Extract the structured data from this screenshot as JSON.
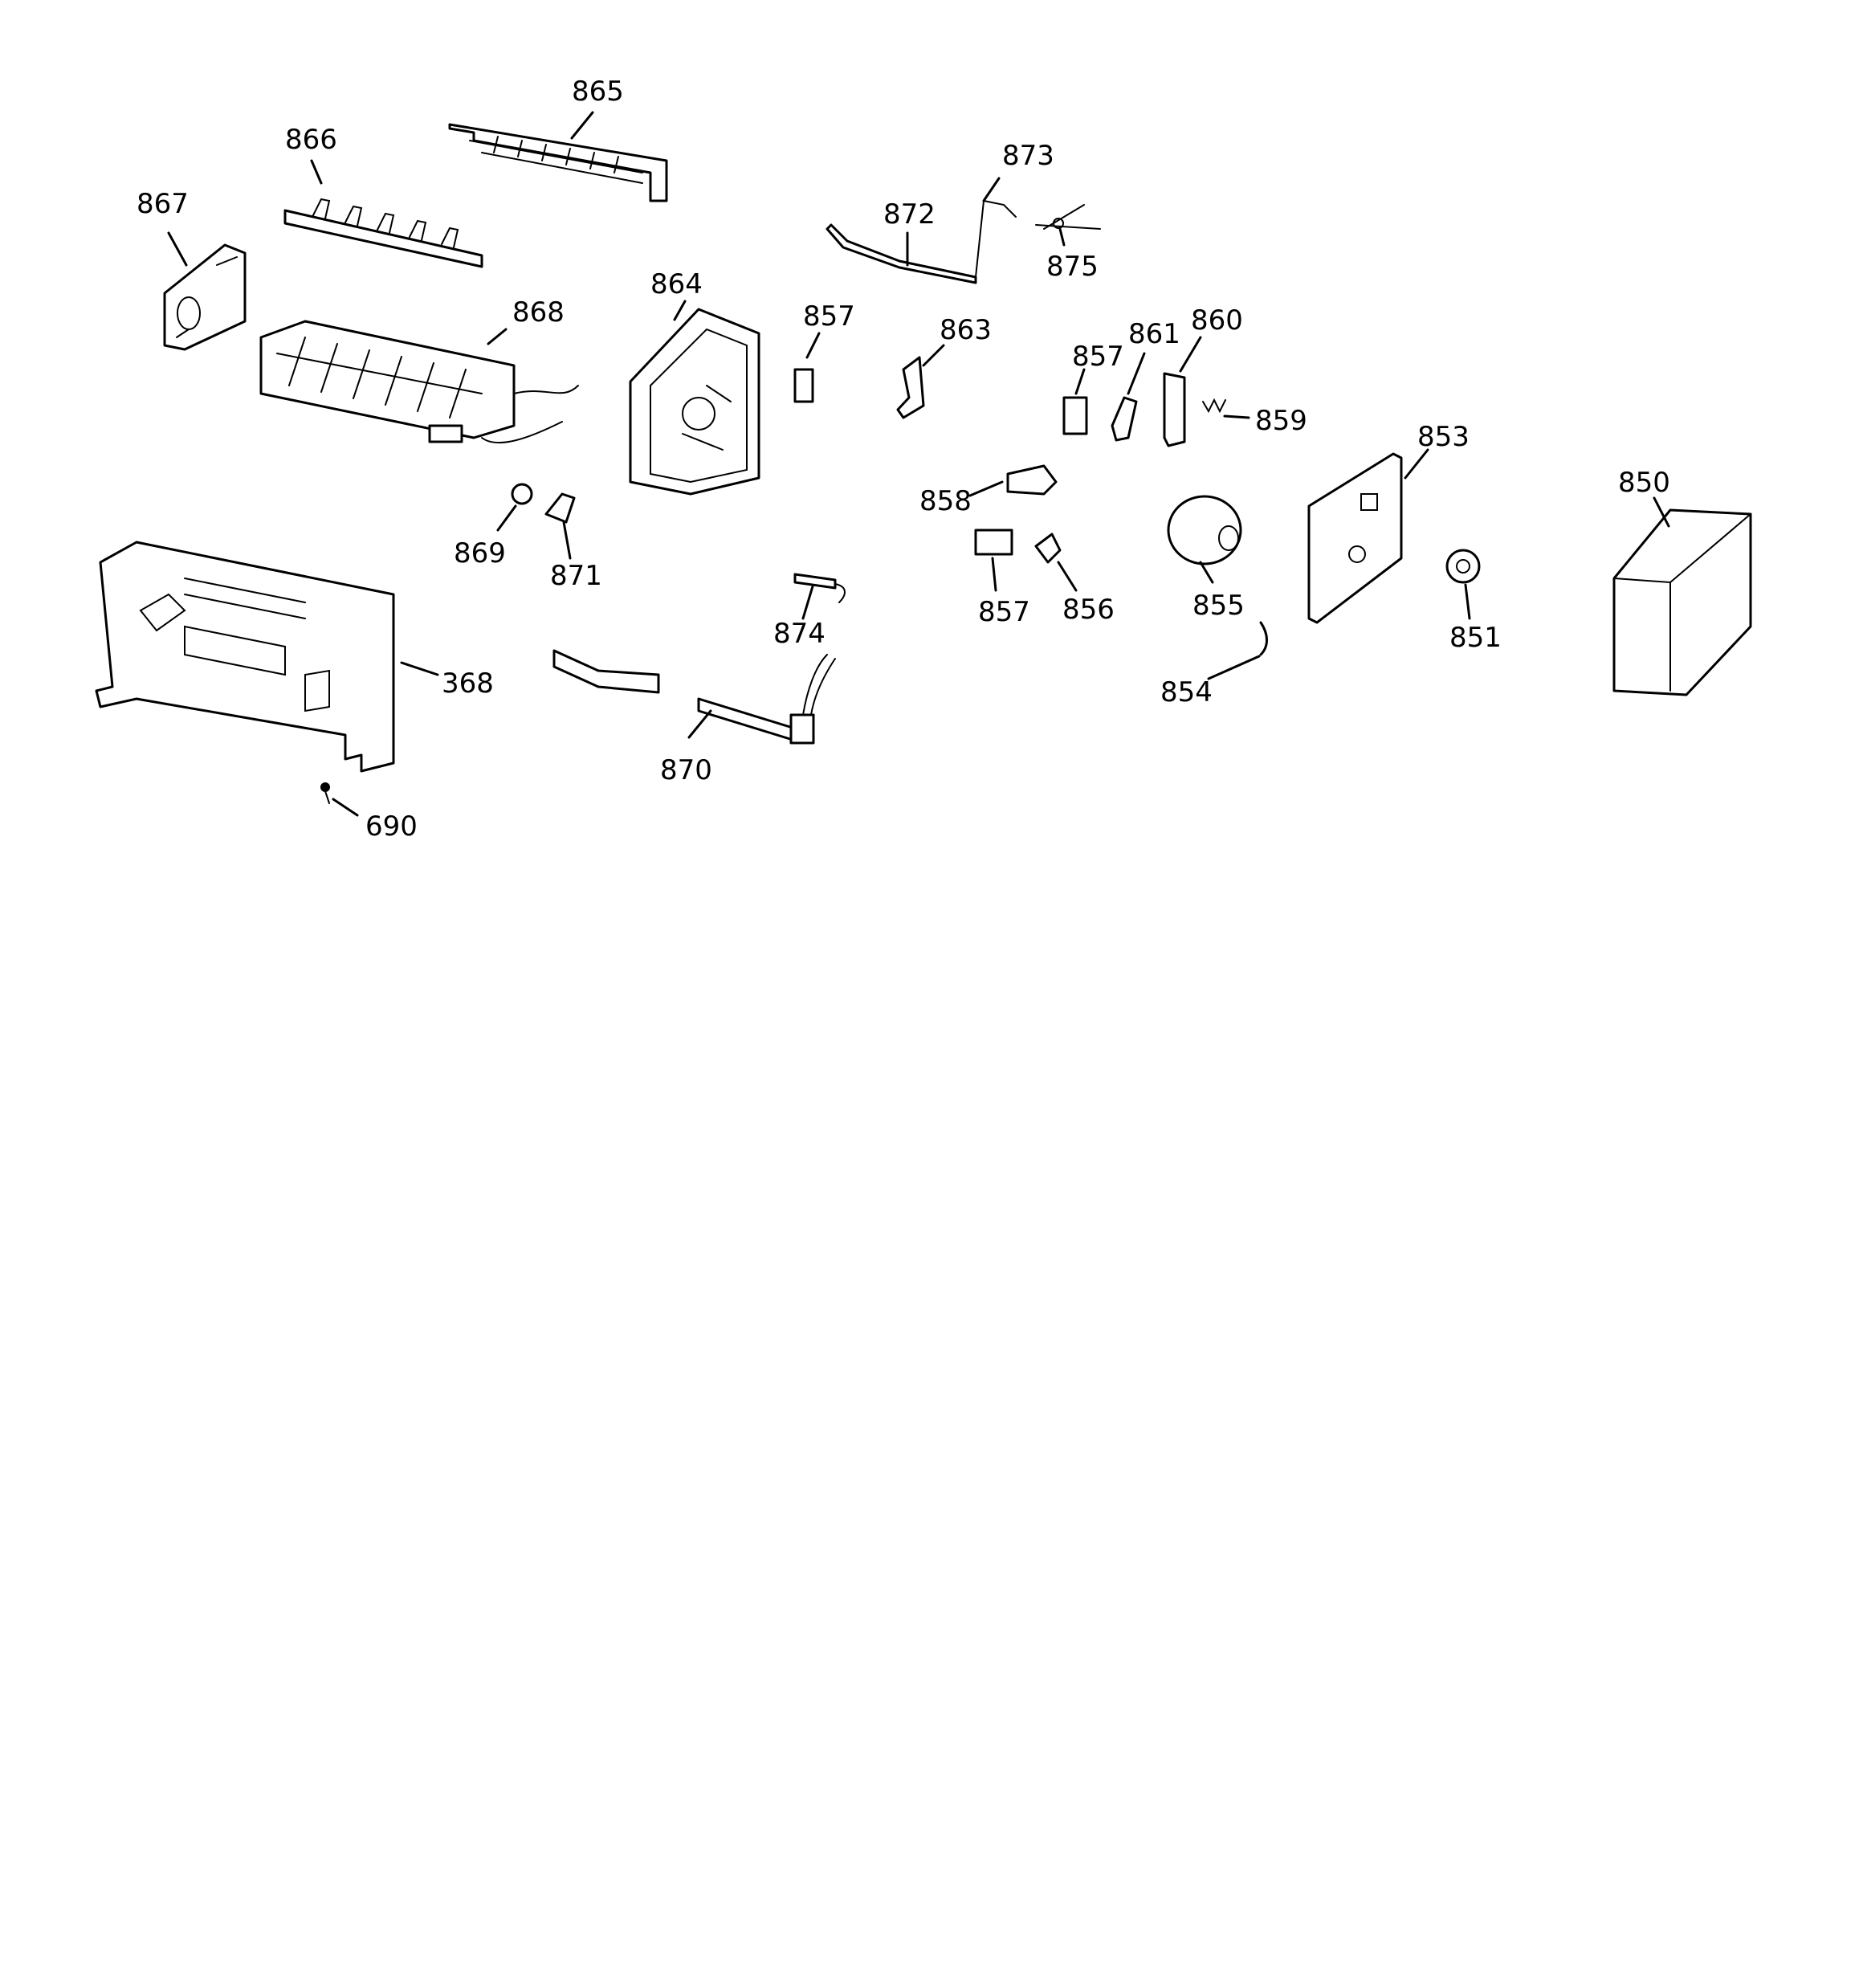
{
  "colors": {
    "line": "#000000",
    "background": "#ffffff"
  },
  "callouts": {
    "c865": "865",
    "c866": "866",
    "c867": "867",
    "c868": "868",
    "c864": "864",
    "c872": "872",
    "c873": "873",
    "c875": "875",
    "c857a": "857",
    "c863": "863",
    "c857b": "857",
    "c861": "861",
    "c860": "860",
    "c859": "859",
    "c853": "853",
    "c850": "850",
    "c858": "858",
    "c869": "869",
    "c871": "871",
    "c857c": "857",
    "c856": "856",
    "c855": "855",
    "c874": "874",
    "c851": "851",
    "c854": "854",
    "c368": "368",
    "c870": "870",
    "c690": "690"
  }
}
